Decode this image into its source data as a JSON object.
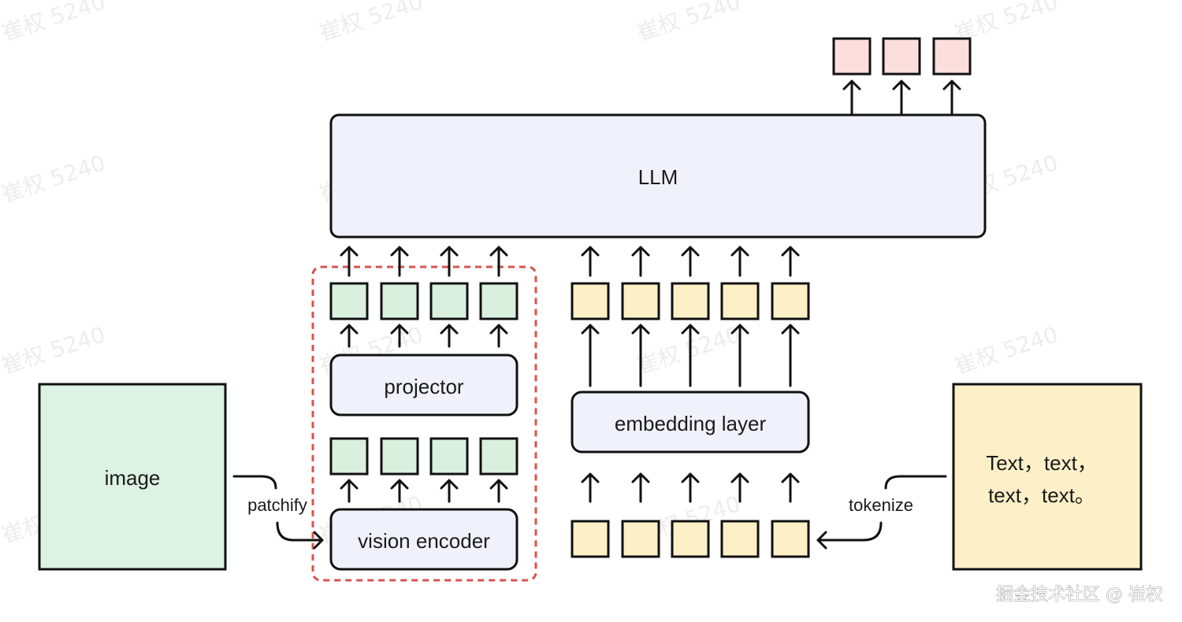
{
  "llm": {
    "label": "LLM"
  },
  "image_input": {
    "label": "image"
  },
  "text_input": {
    "line1": "Text，text，",
    "line2": "text，text。"
  },
  "projector": {
    "label": "projector"
  },
  "vision_encoder": {
    "label": "vision encoder"
  },
  "embedding_layer": {
    "label": "embedding layer"
  },
  "edges": {
    "patchify": "patchify",
    "tokenize": "tokenize"
  },
  "watermark": {
    "text": "崔权 5240"
  },
  "credit": {
    "text": "掘金技术社区 @ 崔权"
  },
  "colors": {
    "outline": "#111111",
    "llm_fill": "#eff2fa",
    "module_fill": "#eff2fa",
    "image_token_fill": "#d9f0df",
    "text_token_fill": "#fdf0c8",
    "output_token_fill": "#fddede",
    "image_fill": "#dcf2e2",
    "text_fill": "#fdf0c8",
    "dashed_outline": "#d9534f"
  }
}
